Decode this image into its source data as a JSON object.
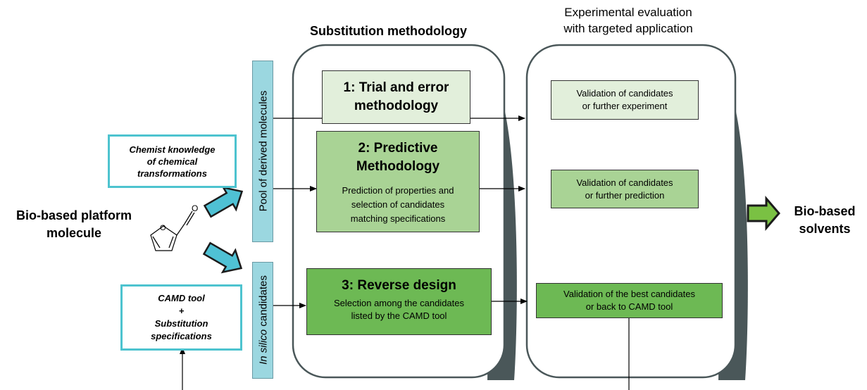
{
  "titles": {
    "substitution": "Substitution methodology",
    "experimental_line1": "Experimental evaluation",
    "experimental_line2": "with targeted application"
  },
  "left": {
    "platform_line1": "Bio-based platform",
    "platform_line2": "molecule",
    "chemist_line1": "Chemist knowledge",
    "chemist_line2": "of chemical",
    "chemist_line3": "transformations",
    "camd_line1": "CAMD tool",
    "camd_plus": "+",
    "camd_line2": "Substitution",
    "camd_line3": "specifications"
  },
  "vertical": {
    "pool": "Pool of derived molecules",
    "insilico_italic": "In silico",
    "insilico_rest": " candidates"
  },
  "methods": {
    "m1_line1": "1: Trial and error",
    "m1_line2": "methodology",
    "m2_line1": "2: Predictive",
    "m2_line2": "Methodology",
    "m2_desc1": "Prediction of properties and",
    "m2_desc2": "selection of candidates",
    "m2_desc3": "matching specifications",
    "m3_title": "3: Reverse design",
    "m3_desc1": "Selection among the candidates",
    "m3_desc2": "listed by the CAMD tool"
  },
  "validation": {
    "v1_line1": "Validation of candidates",
    "v1_line2": "or further experiment",
    "v2_line1": "Validation of candidates",
    "v2_line2": "or further prediction",
    "v3_line1": "Validation of the best candidates",
    "v3_line2": "or back to CAMD tool"
  },
  "right": {
    "solvents_line1": "Bio-based",
    "solvents_line2": "solvents"
  },
  "colors": {
    "cyan_border": "#4dc3cf",
    "cyan_arrow": "#4fc1d4",
    "light_green": "#e2efdb",
    "mid_green": "#a9d395",
    "dark_green": "#6db954",
    "output_arrow": "#7ac143"
  },
  "icons": {
    "molecule": "furfural-structure-icon",
    "input_arrows": "block-arrow-icon",
    "output_arrow": "block-arrow-icon"
  }
}
